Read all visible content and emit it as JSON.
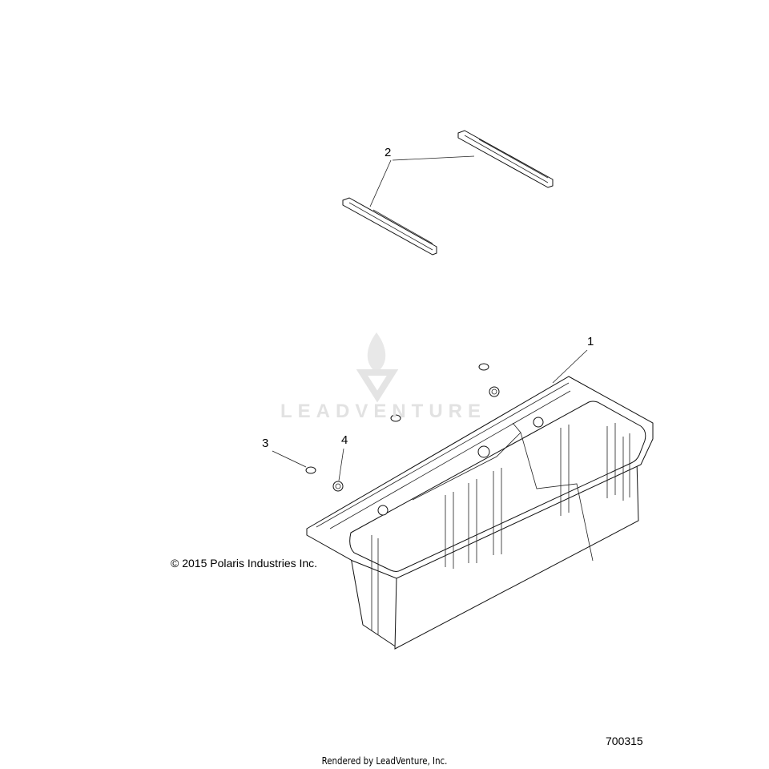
{
  "callouts": [
    "1",
    "2",
    "3",
    "4"
  ],
  "copyright": "© 2015 Polaris Industries Inc.",
  "figure_number": "700315",
  "watermark": "LEADVENTURE",
  "footer": "Rendered by LeadVenture, Inc."
}
